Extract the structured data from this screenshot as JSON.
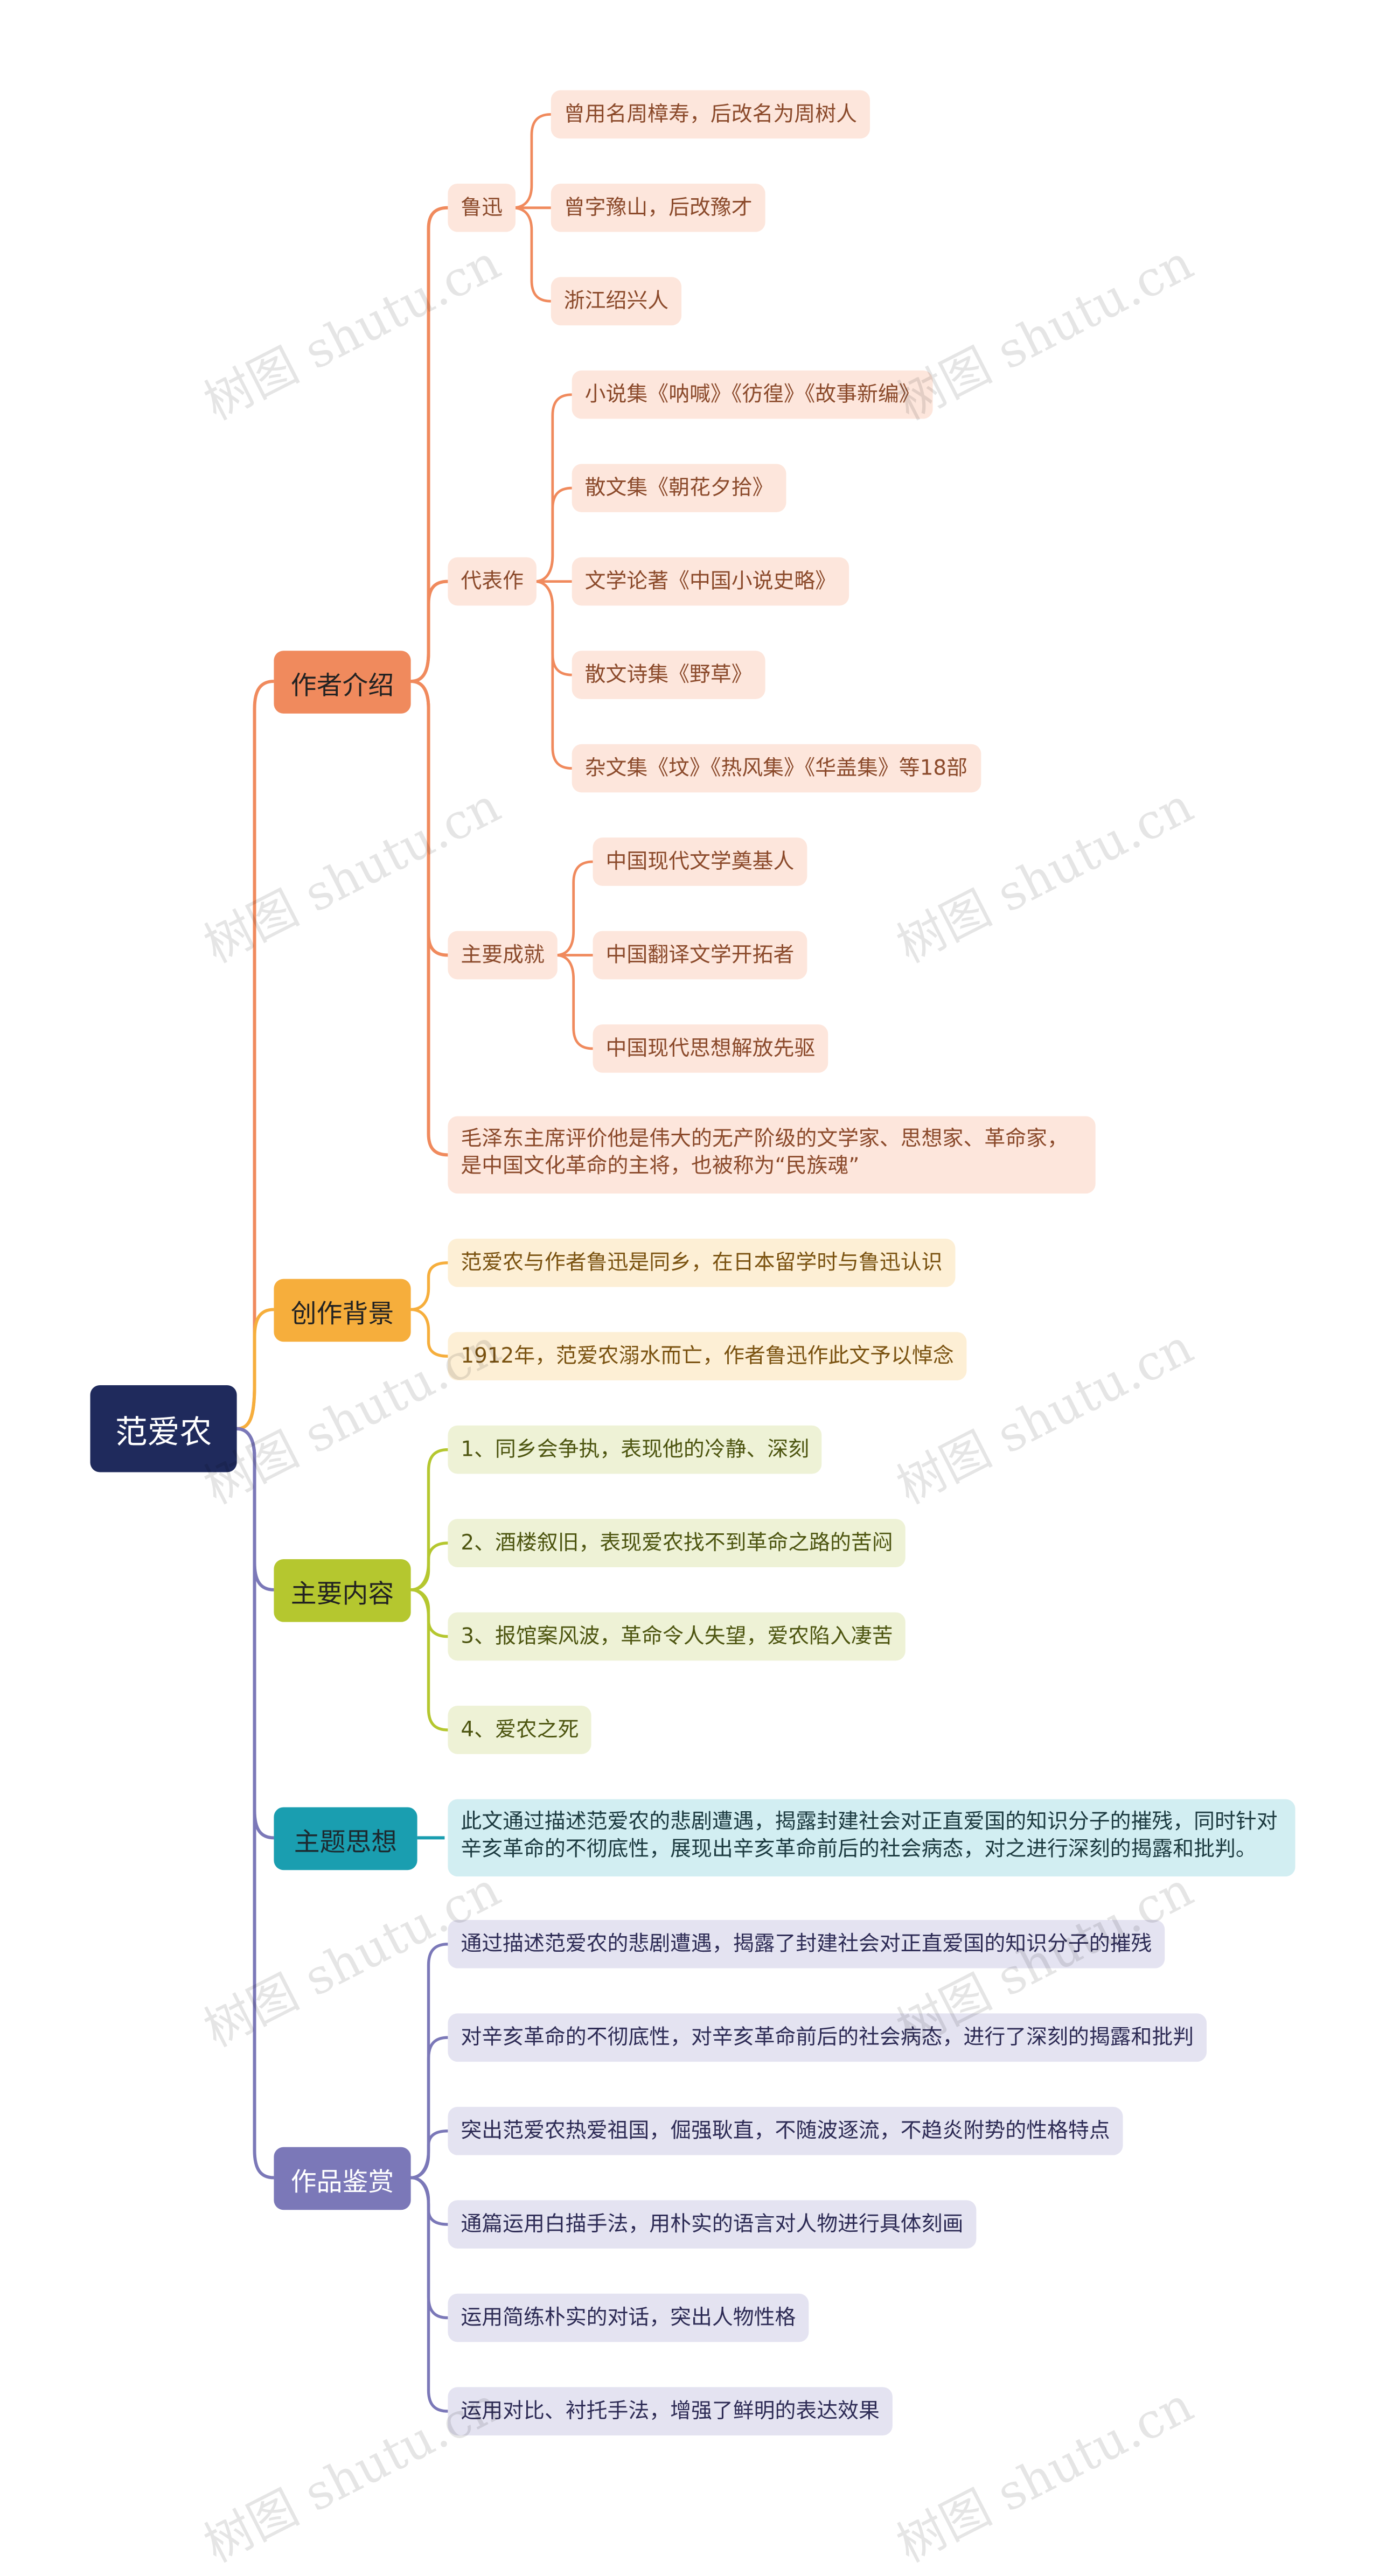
{
  "root": {
    "label": "范爱农"
  },
  "branches": {
    "author": {
      "label": "作者介绍",
      "color": "#f08a5d",
      "subs": {
        "luxun": {
          "label": "鲁迅",
          "items": [
            "曾用名周樟寿，后改名为周树人",
            "曾字豫山，后改豫才",
            "浙江绍兴人"
          ]
        },
        "works": {
          "label": "代表作",
          "items": [
            "小说集《呐喊》《彷徨》《故事新编》",
            "散文集《朝花夕拾》",
            "文学论著《中国小说史略》",
            "散文诗集《野草》",
            "杂文集《坟》《热风集》《华盖集》等18部"
          ]
        },
        "achievements": {
          "label": "主要成就",
          "items": [
            "中国现代文学奠基人",
            "中国翻译文学开拓者",
            "中国现代思想解放先驱"
          ]
        },
        "mao": "毛泽东主席评价他是伟大的无产阶级的文学家、思想家、革命家，是中国文化革命的主将，也被称为“民族魂”"
      }
    },
    "background": {
      "label": "创作背景",
      "color": "#f6ae3c",
      "items": [
        "范爱农与作者鲁迅是同乡，在日本留学时与鲁迅认识",
        "1912年，范爱农溺水而亡，作者鲁迅作此文予以悼念"
      ]
    },
    "content": {
      "label": "主要内容",
      "color": "#b5c72f",
      "items": [
        "1、同乡会争执，表现他的冷静、深刻",
        "2、酒楼叙旧，表现爱农找不到革命之路的苦闷",
        "3、报馆案风波，革命令人失望，爱农陷入凄苦",
        "4、爱农之死"
      ]
    },
    "theme": {
      "label": "主题思想",
      "color": "#1a9eb0",
      "text": "此文通过描述范爱农的悲剧遭遇，揭露封建社会对正直爱国的知识分子的摧残，同时针对辛亥革命的不彻底性，展现出辛亥革命前后的社会病态，对之进行深刻的揭露和批判。"
    },
    "appreciation": {
      "label": "作品鉴赏",
      "color": "#7b78b8",
      "items": [
        "通过描述范爱农的悲剧遭遇，揭露了封建社会对正直爱国的知识分子的摧残",
        "对辛亥革命的不彻底性，对辛亥革命前后的社会病态，进行了深刻的揭露和批判",
        "突出范爱农热爱祖国，倔强耿直，不随波逐流，不趋炎附势的性格特点",
        "通篇运用白描手法，用朴实的语言对人物进行具体刻画",
        "运用简练朴实的对话，突出人物性格",
        "运用对比、衬托手法，增强了鲜明的表达效果"
      ]
    }
  },
  "watermark": "树图 shutu.cn"
}
